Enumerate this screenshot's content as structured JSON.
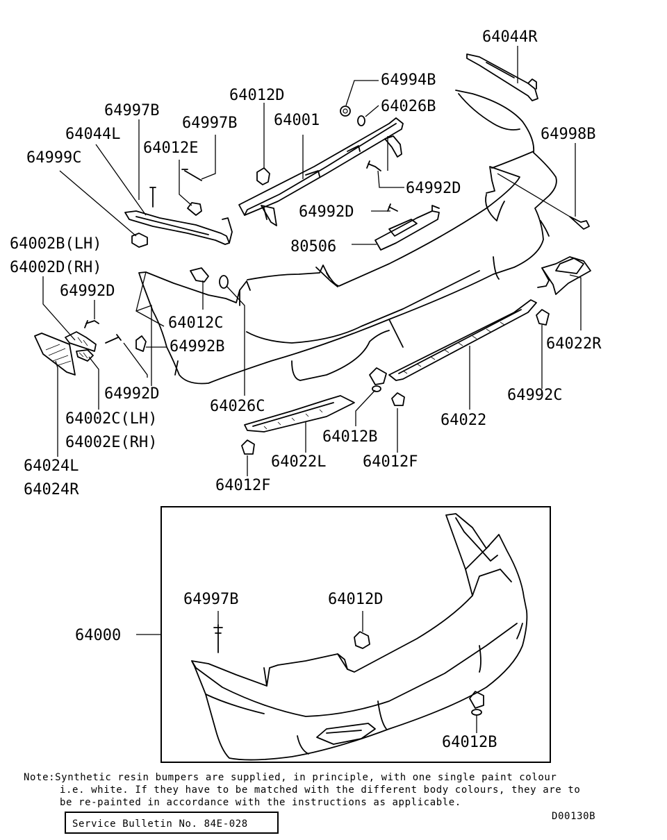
{
  "labels": {
    "p64044R": "64044R",
    "p64994B": "64994B",
    "p64012D_top": "64012D",
    "p64026B": "64026B",
    "p64997B_a": "64997B",
    "p64001": "64001",
    "p64997B_b": "64997B",
    "p64998B": "64998B",
    "p64044L": "64044L",
    "p64012E": "64012E",
    "p64999C": "64999C",
    "p64992D_right": "64992D",
    "p64992D_mid": "64992D",
    "p64002B": "64002B(LH)",
    "p80506": "80506",
    "p64002D": "64002D(RH)",
    "p64992D_left": "64992D",
    "p64012C": "64012C",
    "p64992B": "64992B",
    "p64022R": "64022R",
    "p64992D_low": "64992D",
    "p64992C": "64992C",
    "p64026C": "64026C",
    "p64002C": "64002C(LH)",
    "p64022": "64022",
    "p64002E": "64002E(RH)",
    "p64012B_top": "64012B",
    "p64022L": "64022L",
    "p64012F_right": "64012F",
    "p64024L": "64024L",
    "p64024R": "64024R",
    "p64012F_left": "64012F",
    "p64997B_box": "64997B",
    "p64012D_box": "64012D",
    "p64000": "64000",
    "p64012B_box": "64012B"
  },
  "note": {
    "line1": "Note:Synthetic resin bumpers are supplied, in principle, with one single paint colour",
    "line2": "i.e. white. If they have to be matched with the different body colours, they are to",
    "line3": "be re-painted in accordance with the instructions as applicable."
  },
  "service_bulletin": "Service Bulletin No. 84E-028",
  "drawing_code": "D00130B"
}
